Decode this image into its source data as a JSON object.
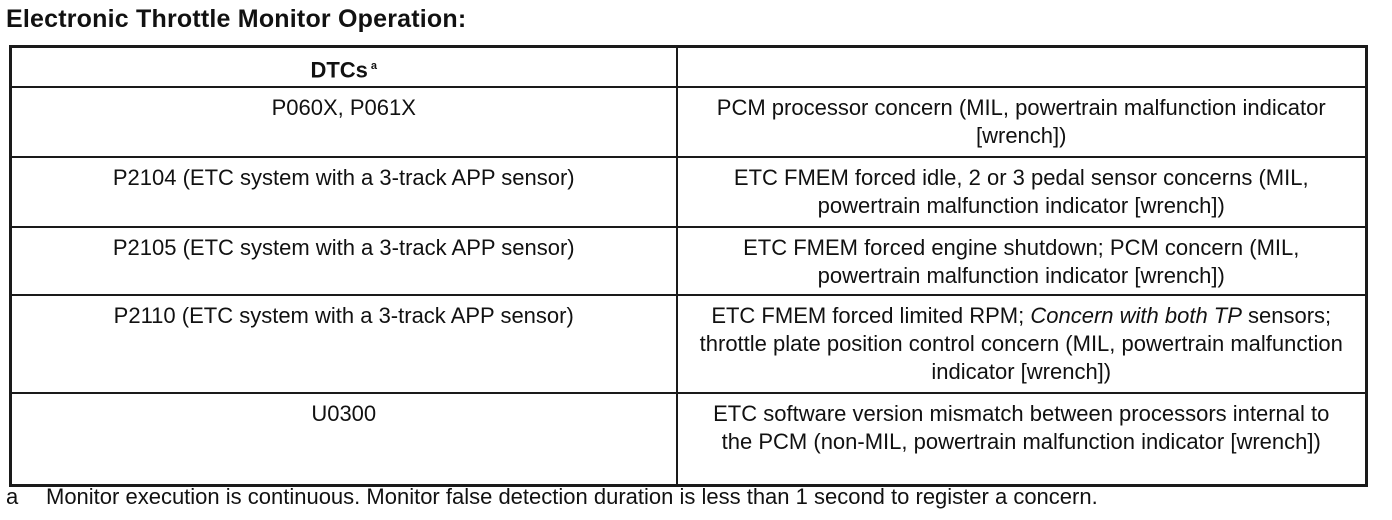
{
  "title": "Electronic Throttle Monitor Operation:",
  "table": {
    "header": {
      "col1": "DTCs",
      "col1_superscript": "a",
      "col2": ""
    },
    "rows": [
      {
        "dtc": "P060X, P061X",
        "desc": "PCM processor concern (MIL, powertrain malfunction indicator [wrench])"
      },
      {
        "dtc": "P2104 (ETC system with a 3-track APP sensor)",
        "desc": "ETC FMEM  forced idle, 2 or 3 pedal sensor concerns (MIL, powertrain malfunction indicator [wrench])"
      },
      {
        "dtc": "P2105 (ETC system with a 3-track APP sensor)",
        "desc": "ETC FMEM  forced engine shutdown; PCM concern (MIL, powertrain malfunction indicator [wrench])"
      },
      {
        "dtc": "P2110 (ETC system with a 3-track APP sensor)",
        "desc_part1": "ETC FMEM  forced limited RPM; ",
        "desc_italic": "Concern with both TP",
        "desc_part2": " sensors; throttle plate position control concern (MIL, powertrain malfunction indicator [wrench])"
      },
      {
        "dtc": "U0300",
        "desc": "ETC software version mismatch between processors internal to the PCM (non-MIL, powertrain malfunction indicator [wrench])"
      }
    ]
  },
  "footnote": {
    "mark": "a",
    "text": "Monitor execution is continuous. Monitor false detection duration is less than 1 second to register a concern."
  }
}
